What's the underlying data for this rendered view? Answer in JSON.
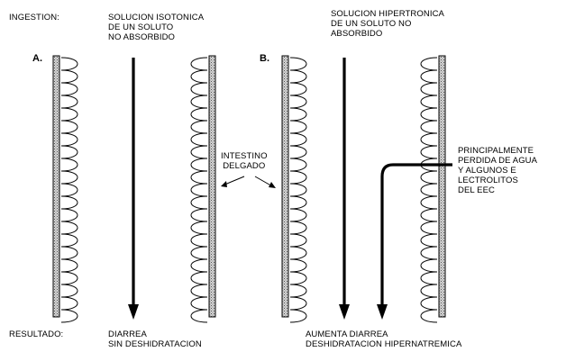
{
  "labels": {
    "ingestion": "INGESTION:",
    "resultado": "RESULTADO:",
    "intestino": "INTESTINO\nDELGADO"
  },
  "panel_a": {
    "letter": "A.",
    "top_text": "SOLUCION ISOTONICA\nDE UN SOLUTO\nNO ABSORBIDO",
    "result": "DIARREA\nSIN DESHIDRATACION"
  },
  "panel_b": {
    "letter": "B.",
    "top_text": "SOLUCION HIPERTRONICA\nDE UN SOLUTO NO\nABSORBIDO",
    "side_note": "PRINCIPALMENTE\nPERDIDA DE AGUA\nY ALGUNOS E\nLECTROLITOS\nDEL EEC",
    "result": "AUMENTA DIARREA\nDESHIDRATACION HIPERNATREMICA"
  },
  "colors": {
    "ink": "#000000",
    "wall_fill": "#bdbdbd"
  }
}
